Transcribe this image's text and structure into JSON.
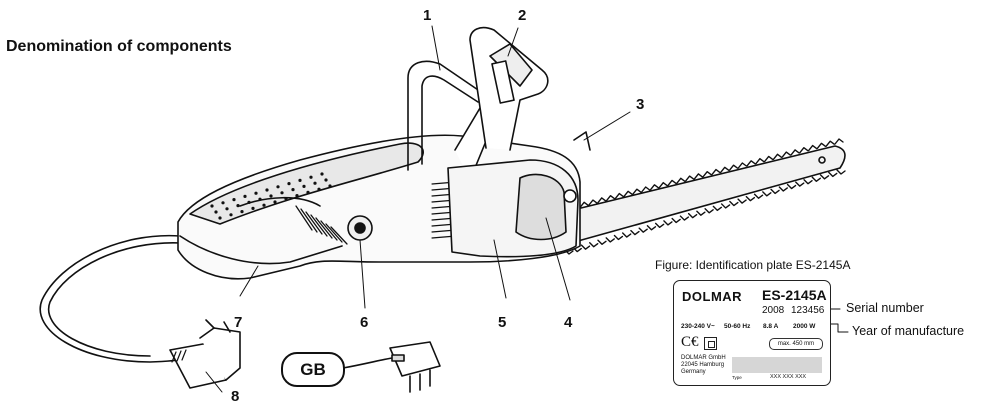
{
  "heading": "Denomination of components",
  "labels": [
    "1",
    "2",
    "3",
    "4",
    "5",
    "6",
    "7",
    "8"
  ],
  "gb_label": "GB",
  "plate": {
    "caption": "Figure: Identification plate ES-2145A",
    "brand": "DOLMAR",
    "model": "ES-2145A",
    "year": "2008",
    "serial": "123456",
    "voltage": "230-240 V~",
    "frequency": "50-60 Hz",
    "current": "8.8 A",
    "power": "2000 W",
    "ce": "C€",
    "max_length": "max. 450 mm",
    "address": [
      "DOLMAR GmbH",
      "22045 Hamburg",
      "Germany"
    ],
    "type_label": "Type",
    "type_value": "XXX XXX XXX",
    "serial_callout": "Serial number",
    "year_callout": "Year of manufacture"
  }
}
